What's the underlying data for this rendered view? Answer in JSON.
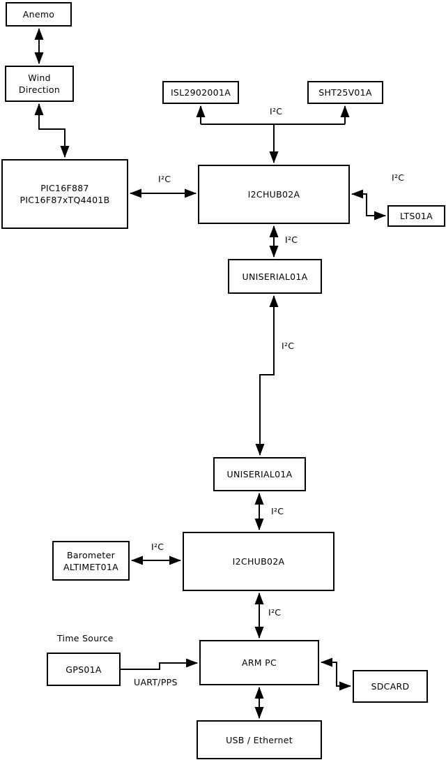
{
  "diagram": {
    "nodes": {
      "anemo": {
        "label": "Anemo"
      },
      "wind_direction": {
        "line1": "Wind",
        "line2": "Direction"
      },
      "pic": {
        "line1": "PIC16F887",
        "line2": "PIC16F87xTQ4401B"
      },
      "isl": {
        "label": "ISL2902001A"
      },
      "sht": {
        "label": "SHT25V01A"
      },
      "hub1": {
        "label": "I2CHUB02A"
      },
      "lts": {
        "label": "LTS01A"
      },
      "uniserial1": {
        "label": "UNISERIAL01A"
      },
      "uniserial2": {
        "label": "UNISERIAL01A"
      },
      "barometer": {
        "line1": "Barometer",
        "line2": "ALTIMET01A"
      },
      "hub2": {
        "label": "I2CHUB02A"
      },
      "armpc": {
        "label": "ARM PC"
      },
      "gps": {
        "label": "GPS01A"
      },
      "sdcard": {
        "label": "SDCARD"
      },
      "usb_ethernet": {
        "label": "USB / Ethernet"
      }
    },
    "bus_labels": {
      "isl_sht_hub1": "I²C",
      "pic_hub1": "I²C",
      "hub1_lts": "I²C",
      "hub1_uniserial1": "I²C",
      "uniserial1_uniserial2": "I²C",
      "uniserial2_hub2": "I²C",
      "barometer_hub2": "I²C",
      "hub2_armpc": "I²C",
      "gps_armpc": "UART/PPS",
      "gps_caption": "Time Source"
    },
    "colors": {
      "line": "#000000",
      "box_border": "#000000",
      "box_fill": "#ffffff",
      "background": "#ffffff",
      "text": "#000000"
    }
  }
}
